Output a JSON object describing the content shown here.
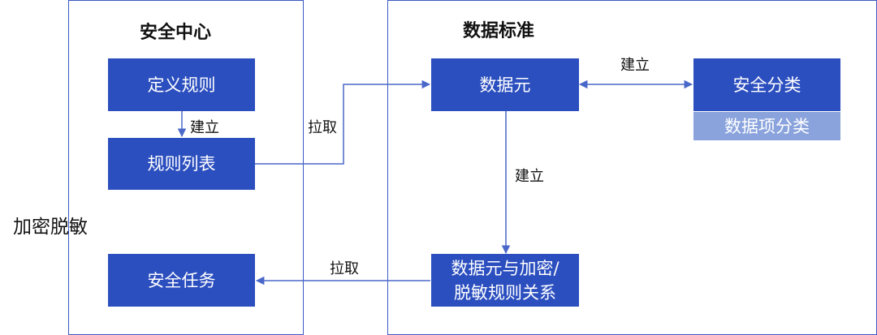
{
  "side_label": "加密脱敏",
  "security_center": {
    "title": "安全中心",
    "define_rules": "定义规则",
    "rule_list": "规则列表",
    "security_task": "安全任务"
  },
  "data_standard": {
    "title": "数据标准",
    "data_element": "数据元",
    "security_classification": "安全分类",
    "data_item_classification": "数据项分类",
    "relation_line1": "数据元与加密/",
    "relation_line2": "脱敏规则关系"
  },
  "edges": {
    "define_to_list": "建立",
    "element_to_classification": "建立",
    "element_to_relation": "建立",
    "list_to_element": "拉取",
    "relation_to_task": "拉取"
  },
  "colors": {
    "box_fill": "#2c4fbf",
    "box_fill_light": "#8aa3dc",
    "border": "#3b59c4",
    "arrow": "#4a68c9"
  }
}
